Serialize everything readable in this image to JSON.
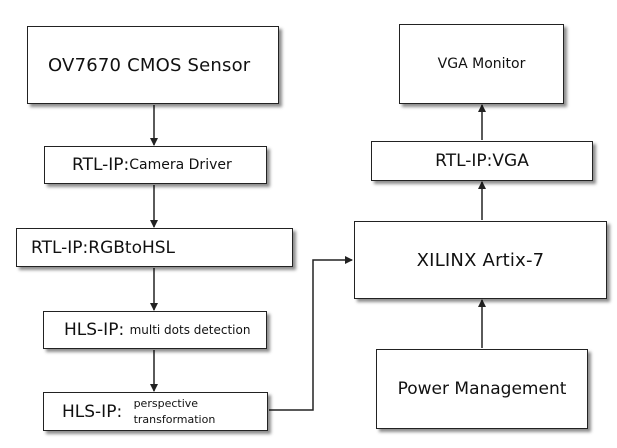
{
  "diagram": {
    "left_column": {
      "sensor": "OV7670 CMOS  Sensor",
      "camera_driver": {
        "prefix": "RTL-IP:",
        "name": "Camera Driver"
      },
      "rgb_to_hsl": "RTL-IP:RGBtoHSL",
      "multi_dots": {
        "prefix": "HLS-IP: ",
        "name": "multi dots detection"
      },
      "perspective": {
        "prefix": "HLS-IP: ",
        "name_line1": "perspective",
        "name_line2": "transformation"
      }
    },
    "right_column": {
      "vga_monitor": "VGA Monitor",
      "rtl_vga": "RTL-IP:VGA",
      "fpga": "XILINX Artix-7",
      "power": "Power Management"
    },
    "colors": {
      "border": "#222222",
      "arrow": "#222222",
      "background": "#ffffff"
    }
  }
}
